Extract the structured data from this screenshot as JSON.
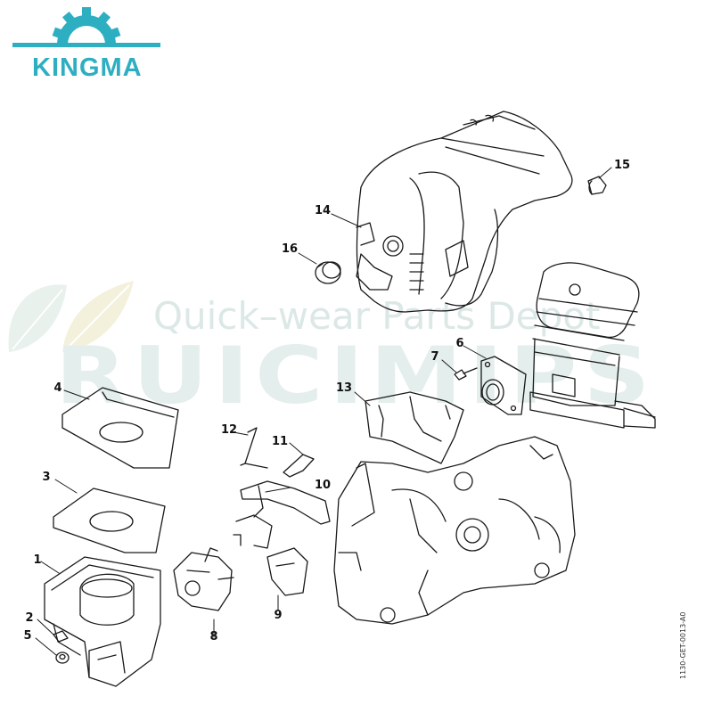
{
  "brand": {
    "name": "KINGMA",
    "color": "#2EAFC1"
  },
  "watermark": {
    "line1": "Quick–wear Parts Depot",
    "line2": "RUICIMIPS",
    "color": "#DDEAEA"
  },
  "parts": [
    {
      "id": "part-1",
      "number": "1"
    },
    {
      "id": "part-2",
      "number": "2"
    },
    {
      "id": "part-3",
      "number": "3"
    },
    {
      "id": "part-4",
      "number": "4"
    },
    {
      "id": "part-5",
      "number": "5"
    },
    {
      "id": "part-6",
      "number": "6"
    },
    {
      "id": "part-7",
      "number": "7"
    },
    {
      "id": "part-8",
      "number": "8"
    },
    {
      "id": "part-9",
      "number": "9"
    },
    {
      "id": "part-10",
      "number": "10"
    },
    {
      "id": "part-11",
      "number": "11"
    },
    {
      "id": "part-12",
      "number": "12"
    },
    {
      "id": "part-13",
      "number": "13"
    },
    {
      "id": "part-14",
      "number": "14"
    },
    {
      "id": "part-15",
      "number": "15"
    },
    {
      "id": "part-16",
      "number": "16"
    }
  ],
  "diagram_code": "1130-GET-0013-A0"
}
